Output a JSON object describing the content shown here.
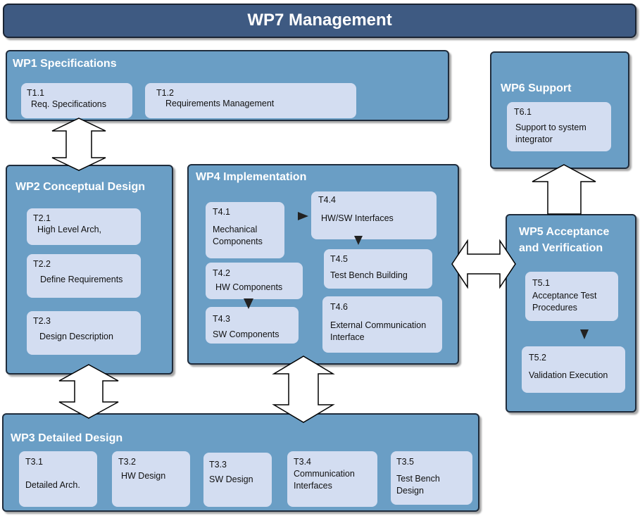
{
  "management": {
    "title": "WP7 Management"
  },
  "wp1": {
    "title": "WP1 Specifications",
    "tasks": [
      {
        "id": "T1.1",
        "name": "Req. Specifications"
      },
      {
        "id": "T1.2",
        "name": "Requirements Management"
      }
    ]
  },
  "wp2": {
    "title": "WP2 Conceptual Design",
    "tasks": [
      {
        "id": "T2.1",
        "name": "High Level Arch,"
      },
      {
        "id": "T2.2",
        "name": "Define Requirements"
      },
      {
        "id": "T2.3",
        "name": "Design Description"
      }
    ]
  },
  "wp3": {
    "title": "WP3 Detailed Design",
    "tasks": [
      {
        "id": "T3.1",
        "name": "Detailed Arch."
      },
      {
        "id": "T3.2",
        "name": "HW Design"
      },
      {
        "id": "T3.3",
        "name": "SW Design"
      },
      {
        "id": "T3.4",
        "name": "Communication Interfaces"
      },
      {
        "id": "T3.5",
        "name": "Test Bench Design"
      }
    ]
  },
  "wp4": {
    "title": "WP4 Implementation",
    "tasks": [
      {
        "id": "T4.1",
        "name": "Mechanical Components"
      },
      {
        "id": "T4.2",
        "name": "HW Components"
      },
      {
        "id": "T4.3",
        "name": "SW Components"
      },
      {
        "id": "T4.4",
        "name": "HW/SW Interfaces"
      },
      {
        "id": "T4.5",
        "name": "Test Bench Building"
      },
      {
        "id": "T4.6",
        "name": "External Communication Interface"
      }
    ]
  },
  "wp5": {
    "title": "WP5 Acceptance and Verification",
    "tasks": [
      {
        "id": "T5.1",
        "name": "Acceptance Test Procedures"
      },
      {
        "id": "T5.2",
        "name": "Validation Execution"
      }
    ]
  },
  "wp6": {
    "title": "WP6  Support",
    "tasks": [
      {
        "id": "T6.1",
        "name": "Support to system integrator"
      }
    ]
  },
  "colors": {
    "wp_fill": "#6a9ec5",
    "task_fill": "#d3ddf1",
    "management_fill": "#3e5a82",
    "border": "#1f2c3c"
  }
}
